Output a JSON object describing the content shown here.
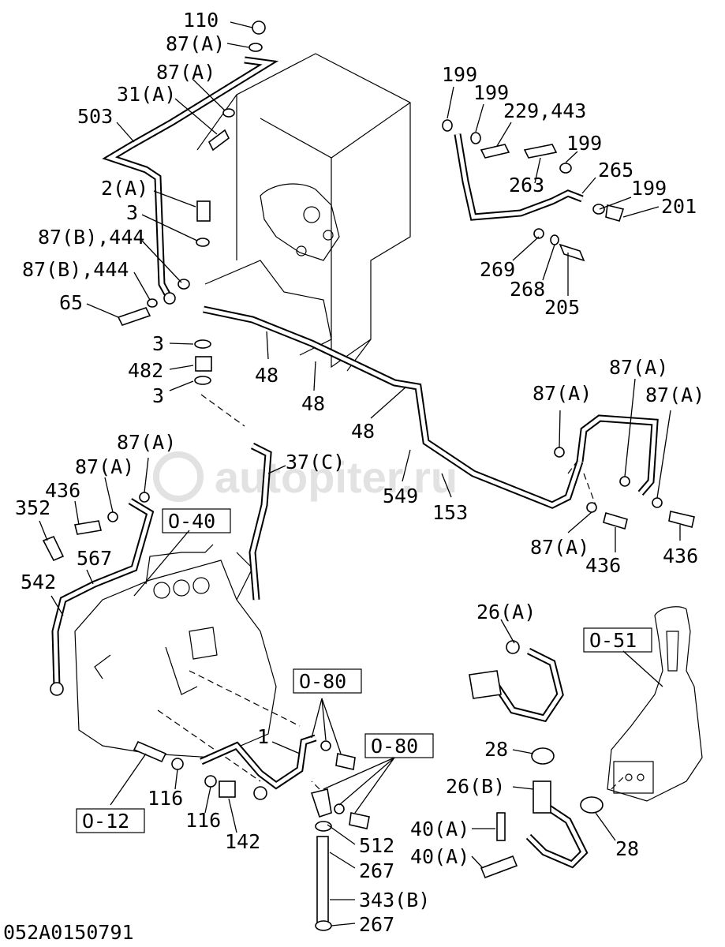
{
  "drawing_number": "052A0150791",
  "watermark": "autopiter.ru",
  "labels": [
    {
      "id": "110",
      "text": "110"
    },
    {
      "id": "87A-1",
      "text": "87(A)"
    },
    {
      "id": "87A-2",
      "text": "87(A)"
    },
    {
      "id": "31A",
      "text": "31(A)"
    },
    {
      "id": "503",
      "text": "503"
    },
    {
      "id": "2A",
      "text": "2(A)"
    },
    {
      "id": "3-1",
      "text": "3"
    },
    {
      "id": "87B-1",
      "text": "87(B),444"
    },
    {
      "id": "87B-2",
      "text": "87(B),444"
    },
    {
      "id": "65",
      "text": "65"
    },
    {
      "id": "3-2",
      "text": "3"
    },
    {
      "id": "482",
      "text": "482"
    },
    {
      "id": "3-3",
      "text": "3"
    },
    {
      "id": "48-1",
      "text": "48"
    },
    {
      "id": "48-2",
      "text": "48"
    },
    {
      "id": "48-3",
      "text": "48"
    },
    {
      "id": "199-1",
      "text": "199"
    },
    {
      "id": "199-2",
      "text": "199"
    },
    {
      "id": "229",
      "text": "229,443"
    },
    {
      "id": "199-3",
      "text": "199"
    },
    {
      "id": "263",
      "text": "263"
    },
    {
      "id": "265",
      "text": "265"
    },
    {
      "id": "199-4",
      "text": "199"
    },
    {
      "id": "201",
      "text": "201"
    },
    {
      "id": "269",
      "text": "269"
    },
    {
      "id": "268",
      "text": "268"
    },
    {
      "id": "205",
      "text": "205"
    },
    {
      "id": "87A-3",
      "text": "87(A)"
    },
    {
      "id": "87A-4",
      "text": "87(A)"
    },
    {
      "id": "87A-5",
      "text": "87(A)"
    },
    {
      "id": "37C",
      "text": "37(C)"
    },
    {
      "id": "549",
      "text": "549"
    },
    {
      "id": "153",
      "text": "153"
    },
    {
      "id": "87A-6",
      "text": "87(A)"
    },
    {
      "id": "436-1",
      "text": "436"
    },
    {
      "id": "436-2",
      "text": "436"
    },
    {
      "id": "87A-7",
      "text": "87(A)"
    },
    {
      "id": "87A-8",
      "text": "87(A)"
    },
    {
      "id": "436-3",
      "text": "436"
    },
    {
      "id": "352",
      "text": "352"
    },
    {
      "id": "567",
      "text": "567"
    },
    {
      "id": "542",
      "text": "542"
    },
    {
      "id": "26A",
      "text": "26(A)"
    },
    {
      "id": "1",
      "text": "1"
    },
    {
      "id": "28-1",
      "text": "28"
    },
    {
      "id": "26B",
      "text": "26(B)"
    },
    {
      "id": "40A-1",
      "text": "40(A)"
    },
    {
      "id": "40A-2",
      "text": "40(A)"
    },
    {
      "id": "28-2",
      "text": "28"
    },
    {
      "id": "116-1",
      "text": "116"
    },
    {
      "id": "116-2",
      "text": "116"
    },
    {
      "id": "142",
      "text": "142"
    },
    {
      "id": "512",
      "text": "512"
    },
    {
      "id": "267-1",
      "text": "267"
    },
    {
      "id": "343B",
      "text": "343(B)"
    },
    {
      "id": "267-2",
      "text": "267"
    }
  ],
  "refs": [
    {
      "id": "O-40",
      "text": "O-40"
    },
    {
      "id": "O-51",
      "text": "O-51"
    },
    {
      "id": "O-80-1",
      "text": "O-80"
    },
    {
      "id": "O-80-2",
      "text": "O-80"
    },
    {
      "id": "O-12",
      "text": "O-12"
    }
  ]
}
